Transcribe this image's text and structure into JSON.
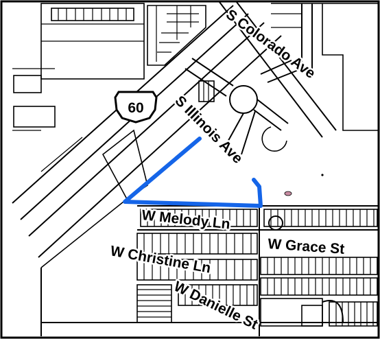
{
  "map": {
    "highway_shield": "60",
    "streets": {
      "colorado": "S Colorado Ave",
      "illinois": "S Illinois Ave",
      "melody": "W Melody Ln",
      "christine": "W Christine Ln",
      "grace": "W Grace St",
      "danielle": "W Danielle St"
    },
    "colors": {
      "highlight": "#1565e8",
      "lines": "#000000",
      "background": "#ffffff",
      "marker": "#c98da3"
    }
  }
}
